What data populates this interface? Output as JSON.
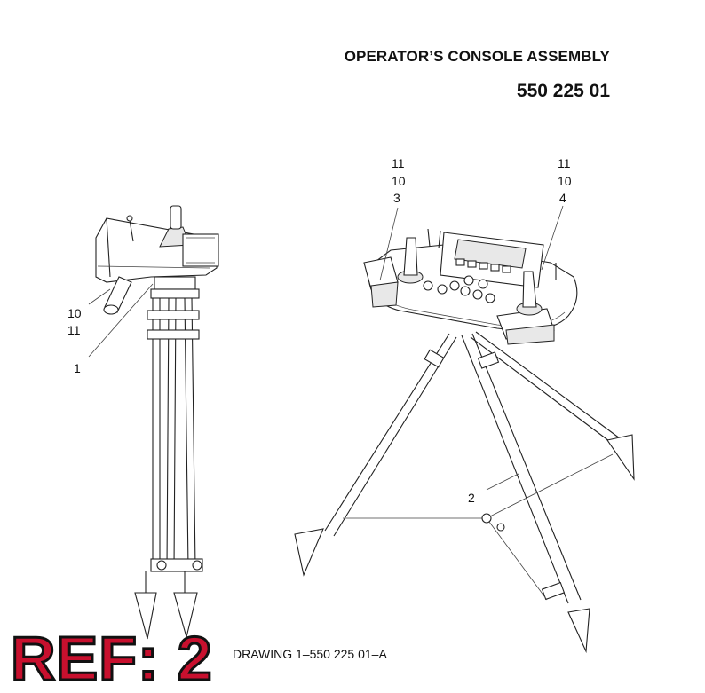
{
  "header": {
    "title": "OPERATOR’S CONSOLE ASSEMBLY",
    "part_number": "550 225 01"
  },
  "footer": {
    "drawing_label": "DRAWING 1–550 225 01–A",
    "ref_stamp": "REF: 2"
  },
  "callouts": {
    "left_10": "10",
    "left_11": "11",
    "left_1": "1",
    "top_left_11": "11",
    "top_left_10": "10",
    "top_left_3": "3",
    "top_right_11": "11",
    "top_right_10": "10",
    "top_right_4": "4",
    "tripod_2": "2"
  },
  "colors": {
    "ref_stamp": "#c8102e",
    "line_art": "#222222"
  }
}
